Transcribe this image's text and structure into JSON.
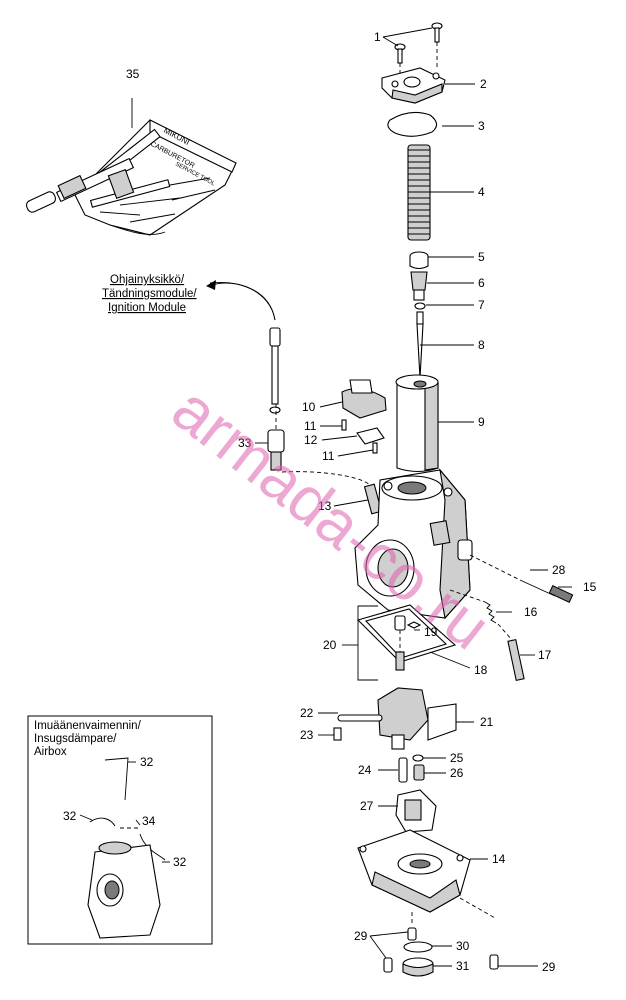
{
  "labels": {
    "ignition_module": [
      "Ohjainyksikkö/",
      "Tändningsmodule/",
      "Ignition Module"
    ],
    "airbox": [
      "Imuäänenvaimennin/",
      "Insugsdämpare/",
      "Airbox"
    ]
  },
  "kit_text": [
    "MIKUNI",
    "CARBURETOR",
    "SERVICE TOOL"
  ],
  "watermark": "armada-co.ru",
  "callouts": {
    "c1": "1",
    "c2": "2",
    "c3": "3",
    "c4": "4",
    "c5": "5",
    "c6": "6",
    "c7": "7",
    "c8": "8",
    "c9": "9",
    "c10": "10",
    "c11a": "11",
    "c11b": "11",
    "c12": "12",
    "c13": "13",
    "c14": "14",
    "c15": "15",
    "c16": "16",
    "c17": "17",
    "c18": "18",
    "c19": "19",
    "c20": "20",
    "c21": "21",
    "c22": "22",
    "c23": "23",
    "c24": "24",
    "c25": "25",
    "c26": "26",
    "c27": "27",
    "c28": "28",
    "c29a": "29",
    "c29b": "29",
    "c30": "30",
    "c31": "31",
    "c32a": "32",
    "c32b": "32",
    "c32c": "32",
    "c33": "33",
    "c34": "34",
    "c35": "35"
  }
}
